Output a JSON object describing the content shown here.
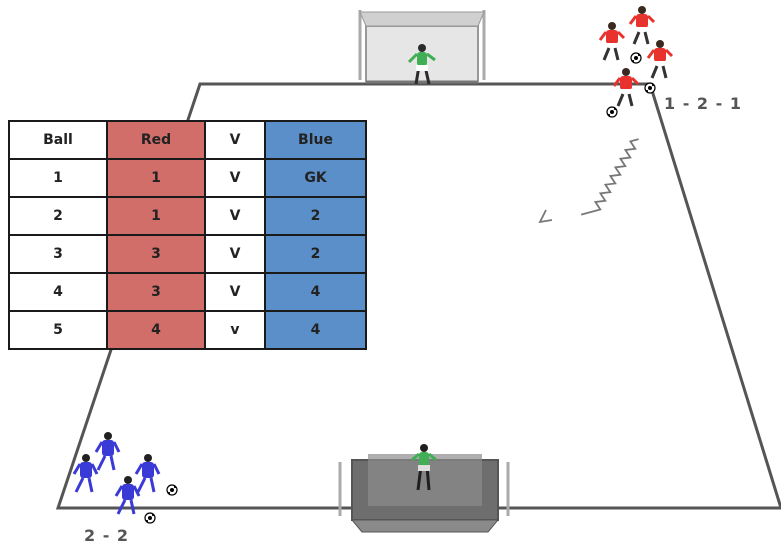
{
  "table": {
    "headers": {
      "ball": "Ball",
      "red": "Red",
      "v": "V",
      "blue": "Blue"
    },
    "rows": [
      {
        "ball": "1",
        "red": "1",
        "v": "V",
        "blue": "GK"
      },
      {
        "ball": "2",
        "red": "1",
        "v": "V",
        "blue": "2"
      },
      {
        "ball": "3",
        "red": "3",
        "v": "V",
        "blue": "2"
      },
      {
        "ball": "4",
        "red": "3",
        "v": "V",
        "blue": "4"
      },
      {
        "ball": "5",
        "red": "4",
        "v": "v",
        "blue": "4"
      }
    ]
  },
  "formations": {
    "red": "1 - 2 - 1",
    "blue": "2 - 2"
  },
  "colors": {
    "red_col": "#d16e6a",
    "blue_col": "#5b8fc9",
    "red_team": "#e8322e",
    "blue_team": "#3a3ad6",
    "goalkeeper": "#3fae55",
    "field_line": "#555555",
    "goal_net": "#7a7a7a"
  },
  "icons": [
    "goal-net-icon",
    "player-icon",
    "football-icon",
    "dribble-arrow-icon"
  ]
}
